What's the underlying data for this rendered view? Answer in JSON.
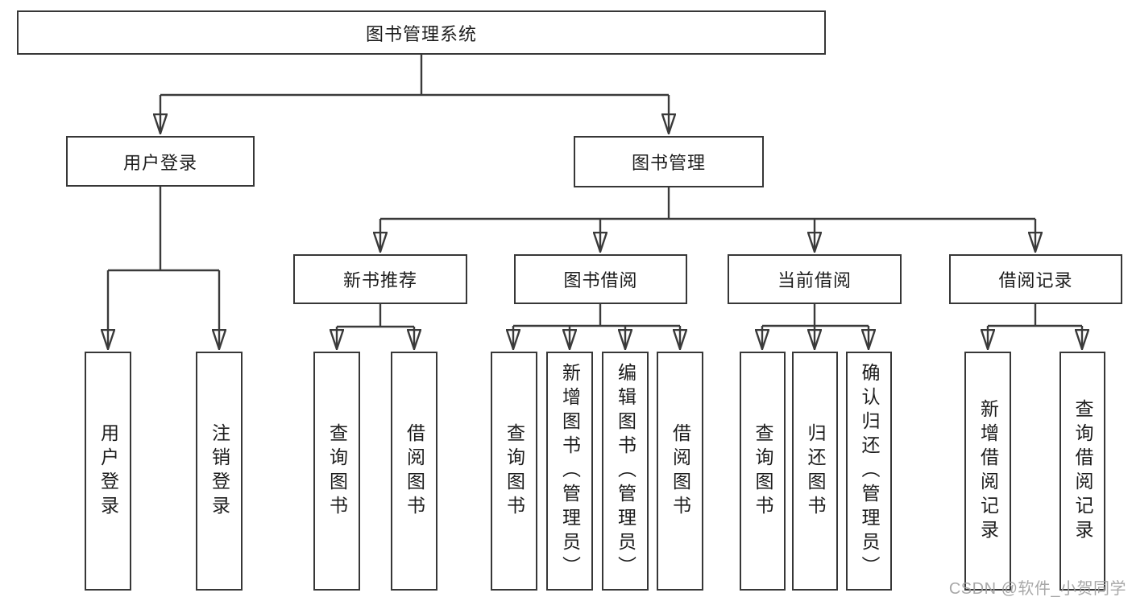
{
  "diagram_title": "图书管理系统",
  "colors": {
    "line": "#3a3a3a",
    "box_border": "#373737",
    "text": "#1c1c1c",
    "watermark": "#9e9e9e",
    "background": "#ffffff"
  },
  "nodes": {
    "root": "图书管理系统",
    "l2a": "用户登录",
    "l2b": "图书管理",
    "l3a": "新书推荐",
    "l3b": "图书借阅",
    "l3c": "当前借阅",
    "l3d": "借阅记录",
    "a1": "用户登录",
    "a2": "注销登录",
    "b1": "查询图书",
    "b2": "借阅图书",
    "c1": "查询图书",
    "c2": "新增图书（管理员）",
    "c3": "编辑图书（管理员）",
    "c4": "借阅图书",
    "d1": "查询图书",
    "d2": "归还图书",
    "d3": "确认归还（管理员）",
    "e1": "新增借阅记录",
    "e2": "查询借阅记录"
  },
  "hierarchy": {
    "图书管理系统": {
      "用户登录": [
        "用户登录",
        "注销登录"
      ],
      "图书管理": {
        "新书推荐": [
          "查询图书",
          "借阅图书"
        ],
        "图书借阅": [
          "查询图书",
          "新增图书（管理员）",
          "编辑图书（管理员）",
          "借阅图书"
        ],
        "当前借阅": [
          "查询图书",
          "归还图书",
          "确认归还（管理员）"
        ],
        "借阅记录": [
          "新增借阅记录",
          "查询借阅记录"
        ]
      }
    }
  },
  "watermark": "CSDN @软件_小贺同学"
}
